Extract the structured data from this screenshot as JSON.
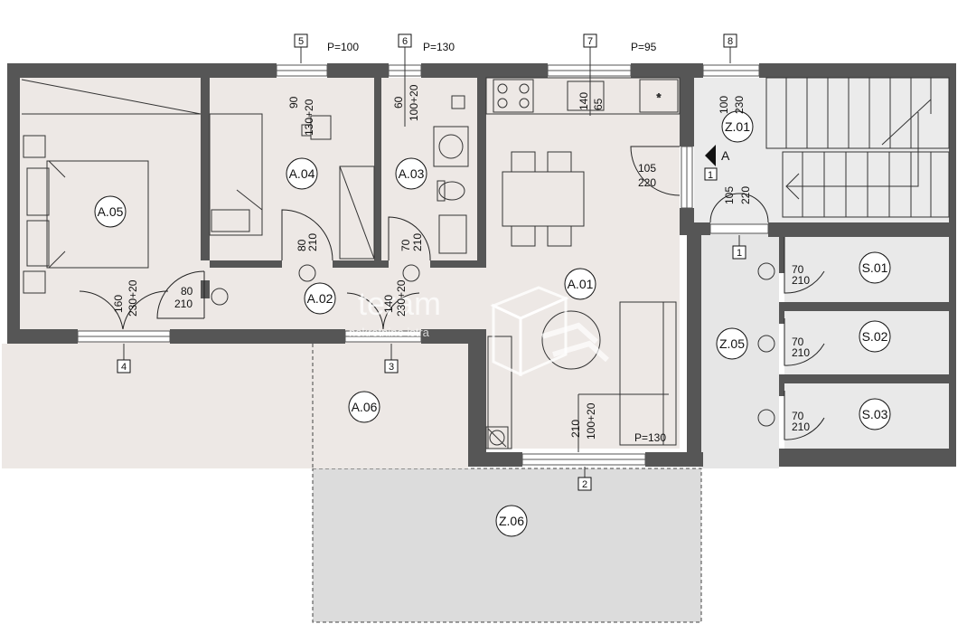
{
  "rooms": [
    {
      "id": "r05",
      "label": "A.05"
    },
    {
      "id": "r04",
      "label": "A.04"
    },
    {
      "id": "r03",
      "label": "A.03"
    },
    {
      "id": "r02",
      "label": "A.02"
    },
    {
      "id": "r01",
      "label": "A.01"
    },
    {
      "id": "r06",
      "label": "A.06"
    },
    {
      "id": "z01",
      "label": "Z.01"
    },
    {
      "id": "z05",
      "label": "Z.05"
    },
    {
      "id": "z06",
      "label": "Z.06"
    },
    {
      "id": "s01",
      "label": "S.01"
    },
    {
      "id": "s02",
      "label": "S.02"
    },
    {
      "id": "s03",
      "label": "S.03"
    }
  ],
  "window_tags": [
    {
      "id": "w5",
      "label": "5"
    },
    {
      "id": "w6",
      "label": "6"
    },
    {
      "id": "w7",
      "label": "7"
    },
    {
      "id": "w8",
      "label": "8"
    },
    {
      "id": "w4",
      "label": "4"
    },
    {
      "id": "w3",
      "label": "3"
    },
    {
      "id": "w2",
      "label": "2"
    },
    {
      "id": "d1a",
      "label": "1"
    },
    {
      "id": "d1b",
      "label": "1"
    }
  ],
  "parapets": [
    {
      "id": "p100",
      "label": "P=100"
    },
    {
      "id": "p130",
      "label": "P=130"
    },
    {
      "id": "p95",
      "label": "P=95"
    },
    {
      "id": "p130b",
      "label": "P=130"
    }
  ],
  "dimensions": [
    {
      "id": "d_w5a",
      "label": "90"
    },
    {
      "id": "d_w5b",
      "label": "130+20"
    },
    {
      "id": "d_w6a",
      "label": "60"
    },
    {
      "id": "d_w6b",
      "label": "100+20"
    },
    {
      "id": "d_w7a",
      "label": "140"
    },
    {
      "id": "d_w7b",
      "label": "65"
    },
    {
      "id": "d_w8a",
      "label": "100"
    },
    {
      "id": "d_w8b",
      "label": "230"
    },
    {
      "id": "d_a04a",
      "label": "80"
    },
    {
      "id": "d_a04b",
      "label": "210"
    },
    {
      "id": "d_a03a",
      "label": "70"
    },
    {
      "id": "d_a03b",
      "label": "210"
    },
    {
      "id": "d_a05a",
      "label": "80"
    },
    {
      "id": "d_a05b",
      "label": "210"
    },
    {
      "id": "d_w4a",
      "label": "160"
    },
    {
      "id": "d_w4b",
      "label": "230+20"
    },
    {
      "id": "d_w3a",
      "label": "140"
    },
    {
      "id": "d_w3b",
      "label": "230+20"
    },
    {
      "id": "d_ent_a",
      "label": "105"
    },
    {
      "id": "d_ent_b",
      "label": "220"
    },
    {
      "id": "d_st_a",
      "label": "105"
    },
    {
      "id": "d_st_b",
      "label": "220"
    },
    {
      "id": "d_w2a",
      "label": "210"
    },
    {
      "id": "d_w2b",
      "label": "100+20"
    },
    {
      "id": "d_s1a",
      "label": "70"
    },
    {
      "id": "d_s1b",
      "label": "210"
    },
    {
      "id": "d_s2a",
      "label": "70"
    },
    {
      "id": "d_s2b",
      "label": "210"
    },
    {
      "id": "d_s3a",
      "label": "70"
    },
    {
      "id": "d_s3b",
      "label": "210"
    }
  ],
  "section_marker": {
    "label": "A"
  },
  "watermark": {
    "brand": "teram",
    "tagline": "nekretnine istra"
  },
  "colors": {
    "wall": "#565656",
    "floor_apartment": "#ede8e5",
    "floor_common": "#e6e6e6",
    "terrace": "#dcdcdc"
  }
}
